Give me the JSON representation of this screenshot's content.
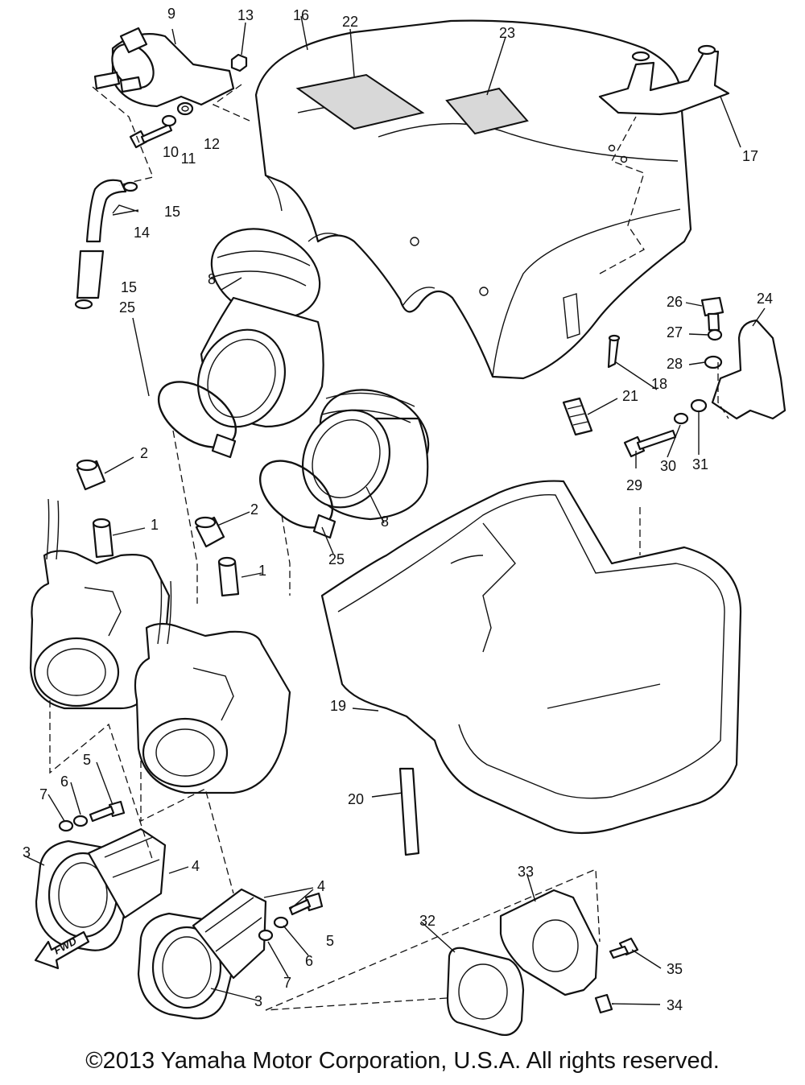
{
  "callouts": {
    "c1a": "1",
    "c1b": "1",
    "c2a": "2",
    "c2b": "2",
    "c3a": "3",
    "c3b": "3",
    "c4a": "4",
    "c4b": "4",
    "c5a": "5",
    "c5b": "5",
    "c6a": "6",
    "c6b": "6",
    "c7a": "7",
    "c7b": "7",
    "c8a": "8",
    "c8b": "8",
    "c9": "9",
    "c10": "10",
    "c11": "11",
    "c12": "12",
    "c13": "13",
    "c14": "14",
    "c15a": "15",
    "c15b": "15",
    "c16": "16",
    "c17": "17",
    "c18": "18",
    "c19": "19",
    "c20": "20",
    "c21": "21",
    "c22": "22",
    "c23": "23",
    "c24": "24",
    "c25a": "25",
    "c25b": "25",
    "c26": "26",
    "c27": "27",
    "c28": "28",
    "c29": "29",
    "c30": "30",
    "c31": "31",
    "c32": "32",
    "c33": "33",
    "c34": "34",
    "c35": "35"
  },
  "fwd_label": "FWD",
  "copyright": "©2013 Yamaha Motor Corporation, U.S.A. All rights reserved."
}
